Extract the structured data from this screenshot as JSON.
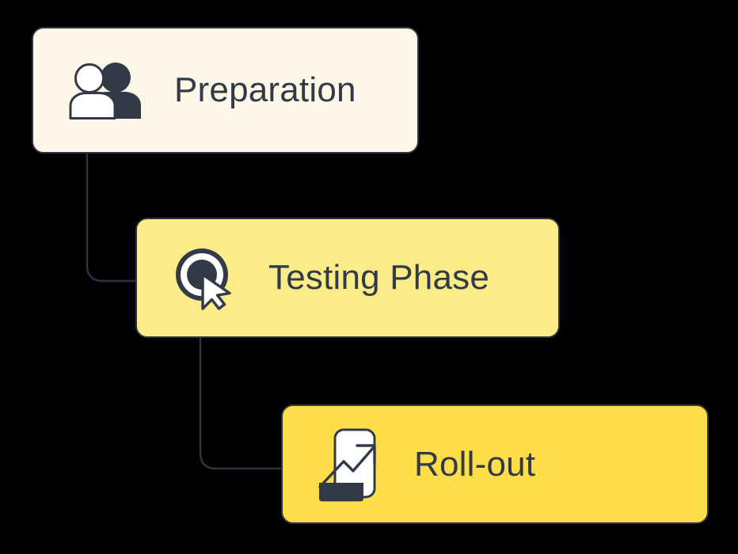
{
  "page": {
    "background_color": "#000000",
    "type": "process-flow-diagram",
    "step_count": 3
  },
  "flow": {
    "steps": [
      {
        "id": "preparation",
        "label": "Preparation",
        "icon": "two-people-icon",
        "background_color": "#FDF7E7",
        "border_color": "#2E3442",
        "text_color": "#333A47",
        "order": 1
      },
      {
        "id": "testing-phase",
        "label": "Testing Phase",
        "icon": "click-cursor-icon",
        "background_color": "#FCEC88",
        "border_color": "#2E3442",
        "text_color": "#333A47",
        "order": 2
      },
      {
        "id": "roll-out",
        "label": "Roll-out",
        "icon": "growth-chart-document-icon",
        "background_color": "#FDDE48",
        "border_color": "#2E3442",
        "text_color": "#333A47",
        "order": 3
      }
    ],
    "connectors": [
      {
        "id": "connector-preparation-to-testing",
        "from": "preparation",
        "to": "testing-phase",
        "color": "#2E3442"
      },
      {
        "id": "connector-testing-to-rollout",
        "from": "testing-phase",
        "to": "roll-out",
        "color": "#2E3442"
      }
    ]
  }
}
